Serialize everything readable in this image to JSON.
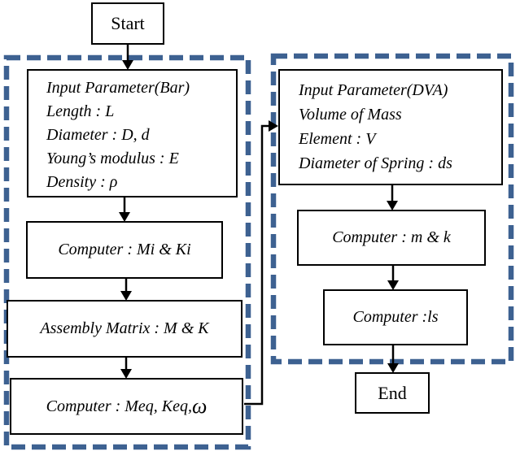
{
  "diagram": {
    "type": "flowchart",
    "colors": {
      "dash_border": "#3d6191",
      "node_border": "#000000",
      "node_fill": "#ffffff",
      "arrow": "#000000"
    },
    "nodes": {
      "start": {
        "label": "Start"
      },
      "input_bar": {
        "lines": [
          "Input Parameter(Bar)",
          "Length : L",
          "Diameter : D, d",
          "Young’s modulus : E",
          "Density : ρ"
        ]
      },
      "compute_mi_ki": {
        "label": "Computer : Mi & Ki"
      },
      "assembly_matrix": {
        "label": "Assembly Matrix : M & K"
      },
      "compute_meq": {
        "label_prefix": "Computer : Meq, Keq,",
        "omega": "ω"
      },
      "input_dva": {
        "lines": [
          "Input Parameter(DVA)",
          "Volume of Mass",
          "Element : V",
          "Diameter of Spring : ds"
        ]
      },
      "compute_m_k": {
        "label": "Computer : m & k"
      },
      "compute_ls": {
        "label": "Computer :ls"
      },
      "end": {
        "label": "End"
      }
    }
  }
}
